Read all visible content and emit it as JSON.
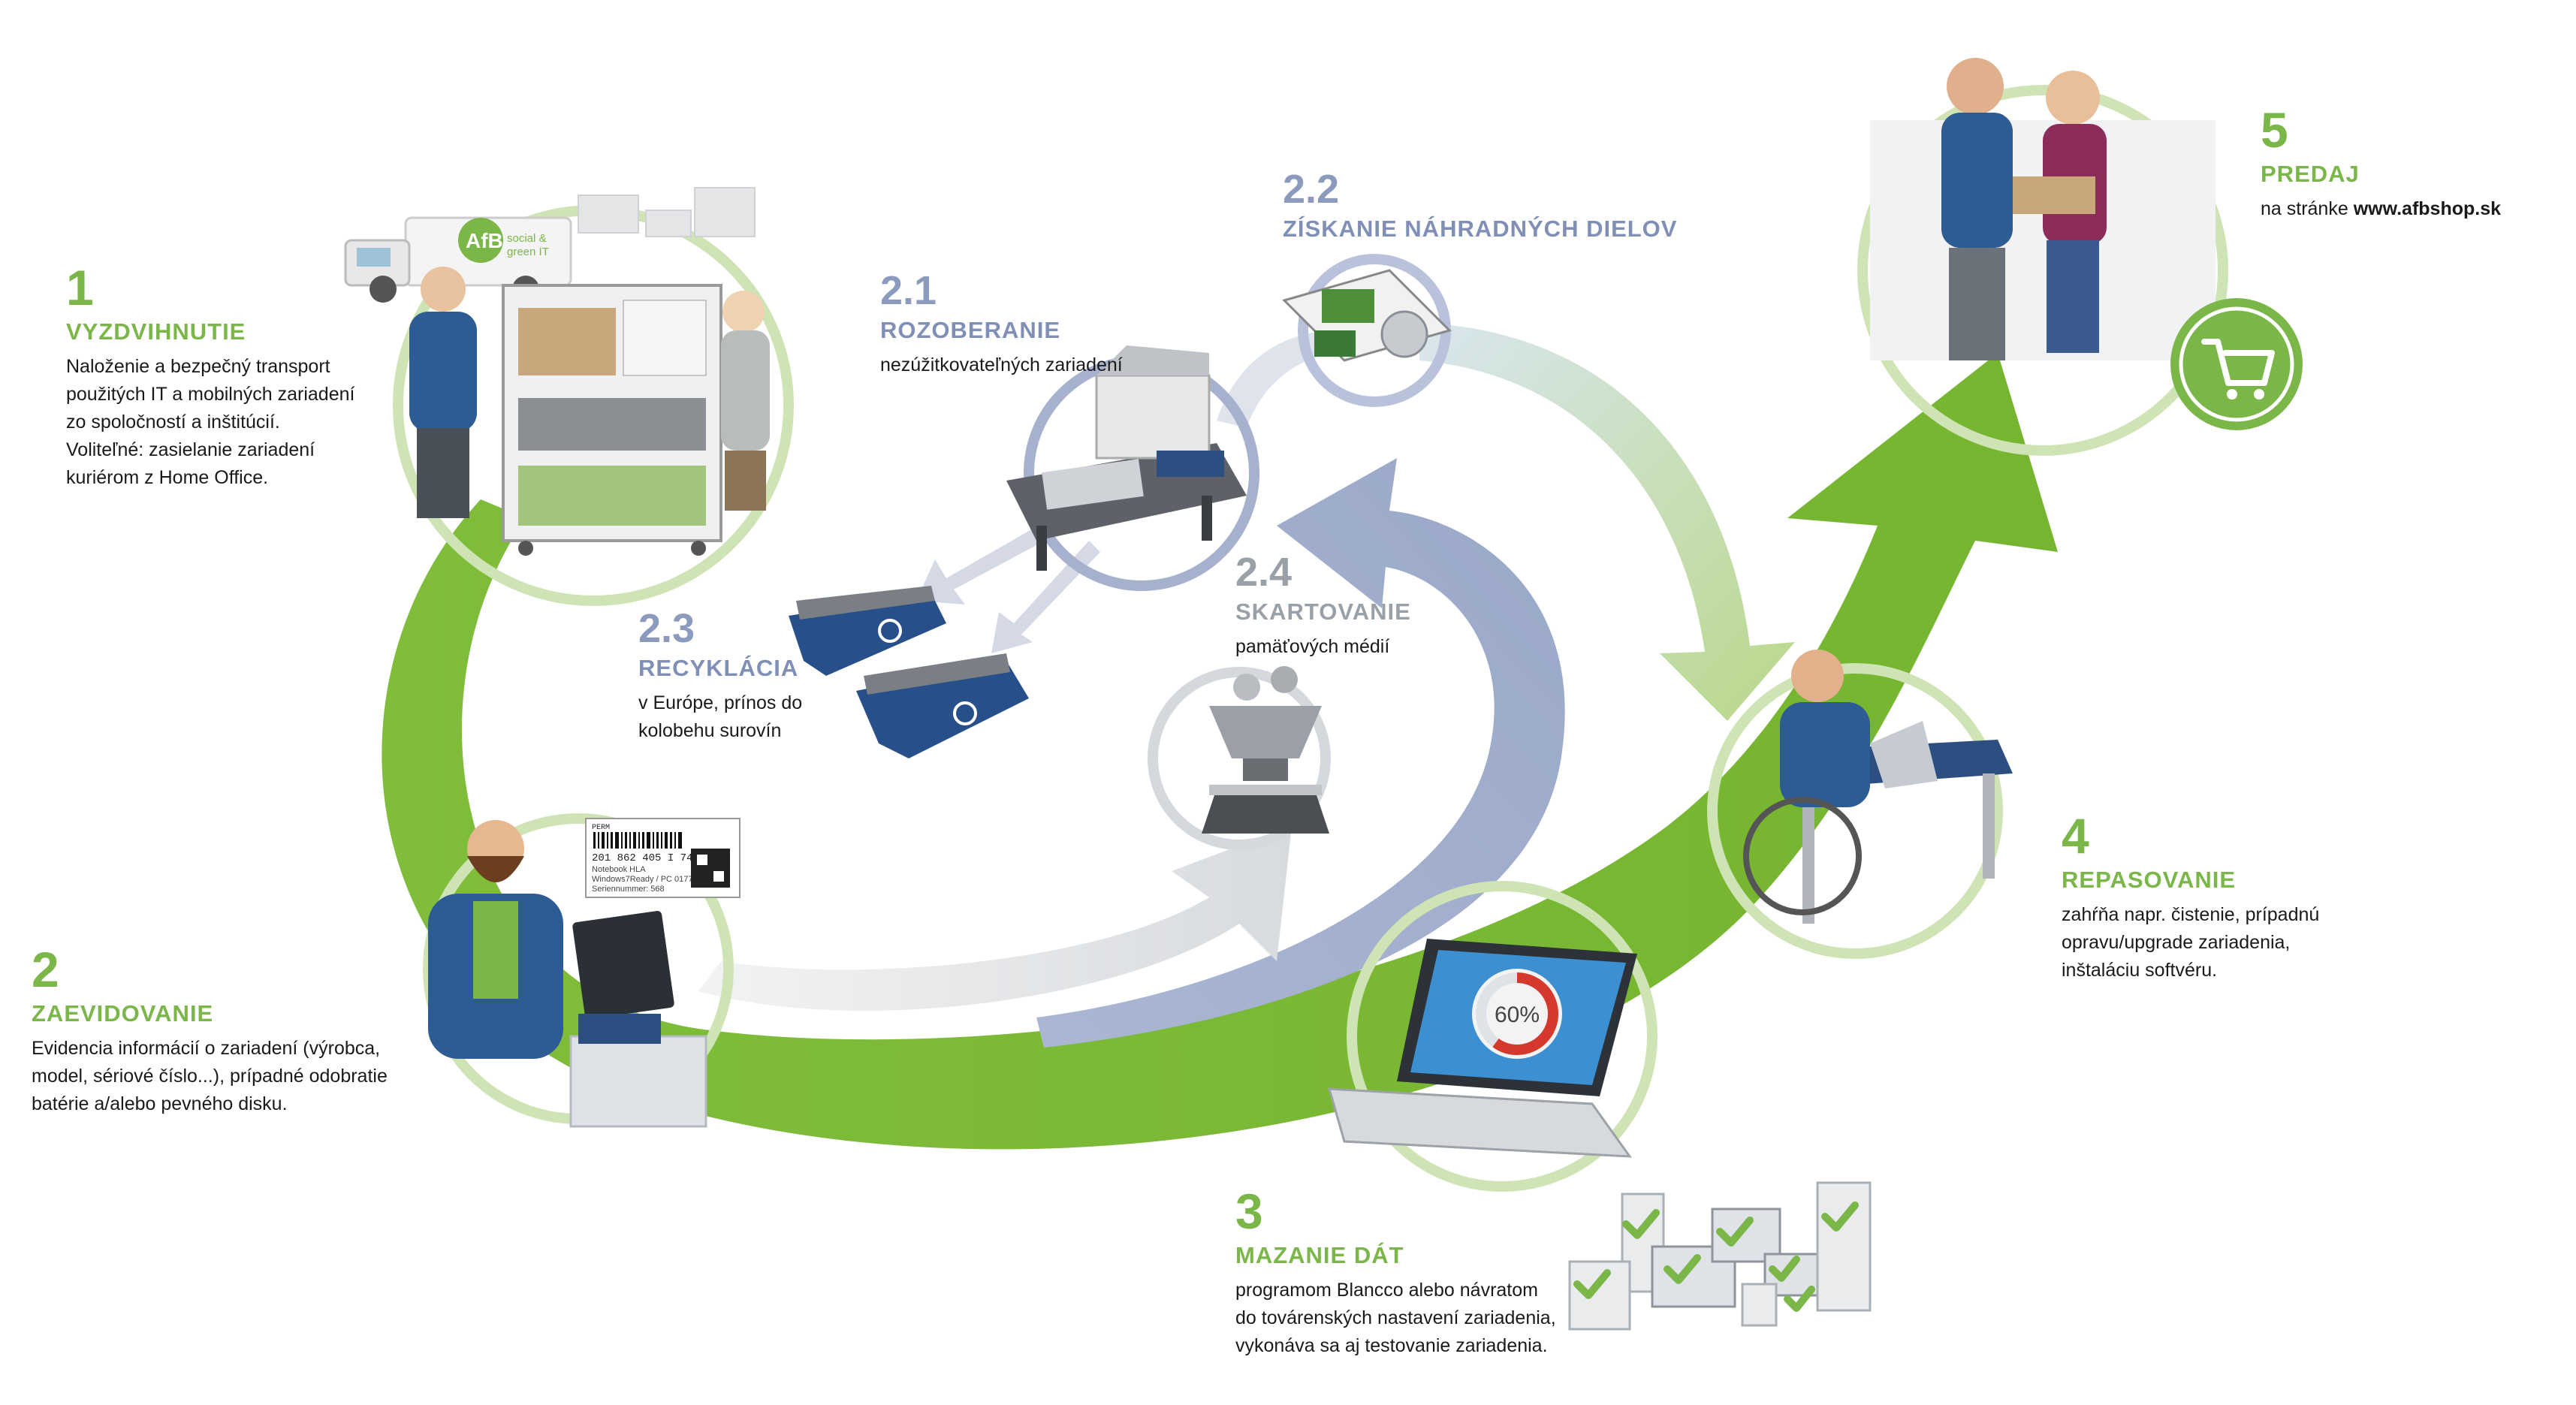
{
  "steps": {
    "s1": {
      "num": "1",
      "title": "VYZDVIHNUTIE",
      "lines": [
        "Naloženie a bezpečný transport",
        "použitých IT a mobilných zariadení",
        "zo spoločností a inštitúcií.",
        "Voliteľné: zasielanie zariadení",
        "kuriérom z Home Office."
      ]
    },
    "s2": {
      "num": "2",
      "title": "ZAEVIDOVANIE",
      "lines": [
        "Evidencia informácií o zariadení (výrobca,",
        "model, sériové číslo...), prípadné odobratie",
        "batérie a/alebo pevného disku."
      ]
    },
    "s21": {
      "num": "2.1",
      "title": "ROZOBERANIE",
      "lines": [
        "nezúžitkovateľných zariadení"
      ]
    },
    "s22": {
      "num": "2.2",
      "title": "ZÍSKANIE NÁHRADNÝCH DIELOV",
      "lines": []
    },
    "s23": {
      "num": "2.3",
      "title": "RECYKLÁCIA",
      "lines": [
        "v Európe, prínos do",
        "kolobehu surovín"
      ]
    },
    "s24": {
      "num": "2.4",
      "title": "SKARTOVANIE",
      "lines": [
        "pamäťových médií"
      ]
    },
    "s3": {
      "num": "3",
      "title": "MAZANIE DÁT",
      "lines": [
        "programom Blancco alebo návratom",
        "do továrenských nastavení zariadenia,",
        "vykonáva sa aj testovanie zariadenia."
      ]
    },
    "s4": {
      "num": "4",
      "title": "REPASOVANIE",
      "lines": [
        "zahŕňa napr. čistenie, prípadnú",
        "opravu/upgrade zariadenia,",
        "inštaláciu softvéru."
      ]
    },
    "s5": {
      "num": "5",
      "title": "PREDAJ",
      "prefix": "na stránke ",
      "link": "www.afbshop.sk"
    }
  },
  "truck": {
    "logo": "AfB",
    "tagline1": "social &",
    "tagline2": "green IT"
  },
  "laptop": {
    "progress_label": "60%",
    "progress": 0.6
  },
  "label": {
    "header": "PERM",
    "code": "201 862 405 I 741787",
    "line1": "Notebook HLA",
    "line2": "Windows7Ready / PC 017733",
    "line3": "Seriennummer: 568"
  },
  "colors": {
    "green": "#7ab648",
    "green_light": "#c9e1ad",
    "blue": "#8c9bbd",
    "gray": "#d9dcdf",
    "red": "#d5392e"
  },
  "icons": [
    "cart-icon",
    "check-icon",
    "recycle-icon",
    "person-icon",
    "truck-icon"
  ]
}
